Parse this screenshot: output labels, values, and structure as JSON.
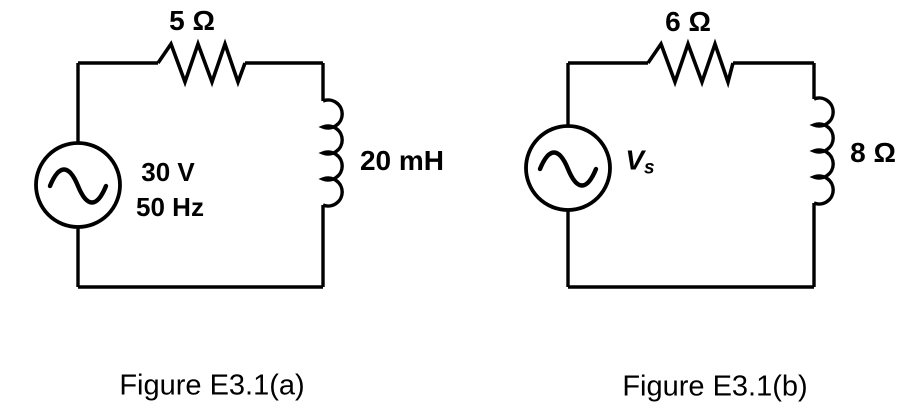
{
  "colors": {
    "line": "#000000",
    "background": "#ffffff"
  },
  "figure_a": {
    "resistor_label": "5 Ω",
    "source_voltage": "30 V",
    "source_frequency": "50 Hz",
    "inductor_label": "20 mH",
    "caption": "Figure E3.1(a)"
  },
  "figure_b": {
    "resistor_label": "6 Ω",
    "source_label_main": "V",
    "source_label_sub": "s",
    "inductor_label": "8 Ω",
    "caption": "Figure E3.1(b)"
  }
}
